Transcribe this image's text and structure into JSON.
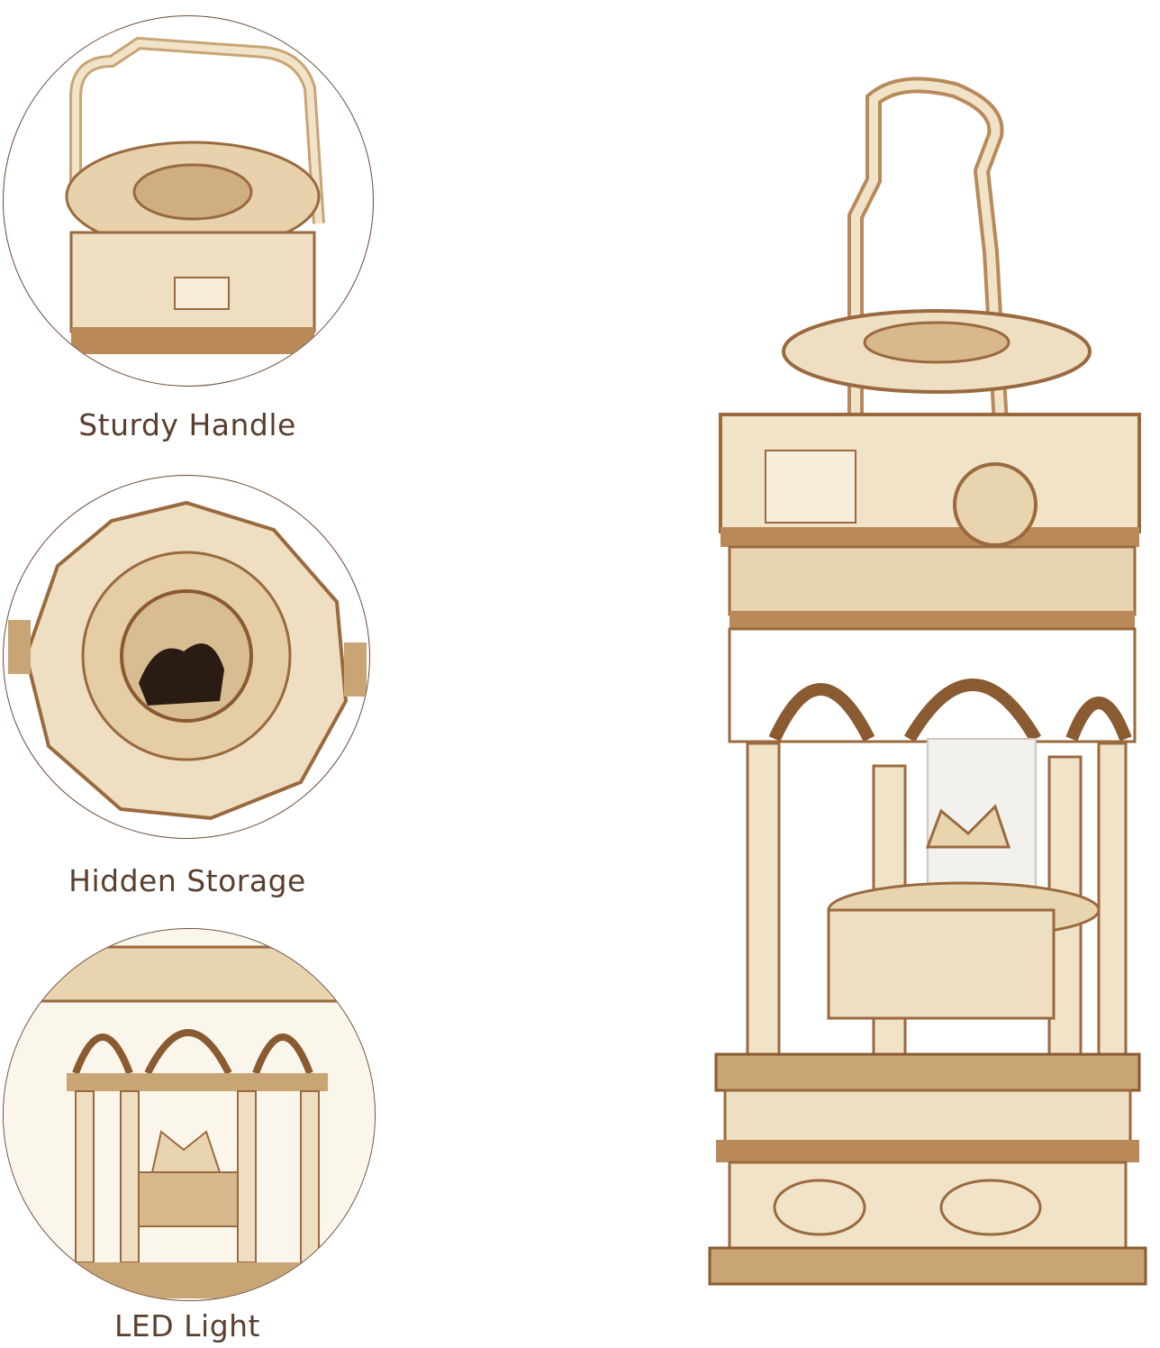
{
  "features": [
    {
      "label": "Sturdy Handle",
      "icon": "handle-closeup"
    },
    {
      "label": "Hidden Storage",
      "icon": "storage-closeup"
    },
    {
      "label": "LED Light",
      "icon": "led-closeup"
    }
  ],
  "colors": {
    "wood_light": "#f1e3c8",
    "wood_mid": "#d9b98c",
    "wood_dark": "#9a6a3e",
    "text": "#5a3f2e"
  }
}
